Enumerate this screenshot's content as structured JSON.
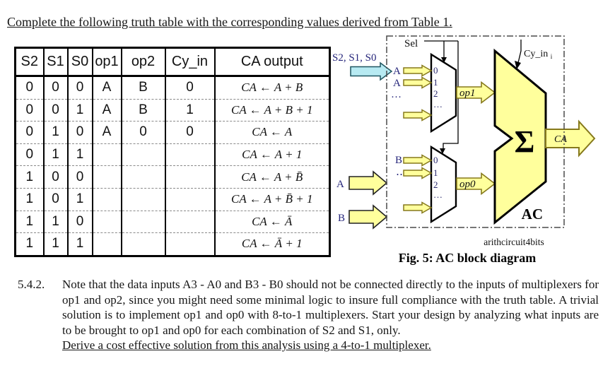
{
  "page": {
    "intro_line": "Complete the following truth table with the corresponding values derived from Table 1.",
    "section": {
      "number": "5.4.2.",
      "body": "Note that the data inputs A3 - A0 and B3 - B0 should not be connected directly to the inputs of multiplexers for op1 and op2, since you might need some minimal logic to insure full compliance with the truth table. A trivial solution is to implement op1 and op0 with 8-to-1 multiplexers. Start your design by analyzing what inputs are to be brought to op1 and op0 for each combination of S2 and S1, only.",
      "underlined_sentence": "Derive a cost effective solution from this analysis using a 4-to-1 multiplexer."
    }
  },
  "truth_table": {
    "headers": [
      "S2",
      "S1",
      "S0",
      "op1",
      "op2",
      "Cy_in",
      "CA output"
    ],
    "rows": [
      [
        "0",
        "0",
        "0",
        "A",
        "B",
        "0",
        "CA ← A + B"
      ],
      [
        "0",
        "0",
        "1",
        "A",
        "B",
        "1",
        "CA ← A + B + 1"
      ],
      [
        "0",
        "1",
        "0",
        "A",
        "0",
        "0",
        "CA ← A"
      ],
      [
        "0",
        "1",
        "1",
        "",
        "",
        "",
        "CA ← A + 1"
      ],
      [
        "1",
        "0",
        "0",
        "",
        "",
        "",
        "CA ← A + B̄"
      ],
      [
        "1",
        "0",
        "1",
        "",
        "",
        "",
        "CA ← A + B̄ + 1"
      ],
      [
        "1",
        "1",
        "0",
        "",
        "",
        "",
        "CA ← Ā"
      ],
      [
        "1",
        "1",
        "1",
        "",
        "",
        "",
        "CA ← Ā + 1"
      ]
    ]
  },
  "diagram": {
    "sel_label": "Sel",
    "select_bus_label": "S2, S1, S0",
    "mux1": {
      "inputs": [
        "A",
        "A",
        "…"
      ],
      "ports": [
        "0",
        "1",
        "2",
        "…"
      ],
      "output_label": "op1"
    },
    "mux0": {
      "inputs": [
        "B",
        "‥"
      ],
      "ports": [
        "0",
        "1",
        "2",
        "…"
      ],
      "output_label": "op0"
    },
    "adder": {
      "symbol": "Σ",
      "block_label": "AC",
      "carry_in_label": "Cy_in",
      "carry_in_subscript": "i",
      "output_label": "CA"
    },
    "input_a_label": "A",
    "input_b_label": "B",
    "subcaption": "arithcircuit4bits",
    "caption": "Fig. 5: AC block diagram",
    "colors": {
      "block_fill": "#ffff9c",
      "bus_fill": "#b7eaf2",
      "arrow_outline": "#86791c"
    }
  }
}
